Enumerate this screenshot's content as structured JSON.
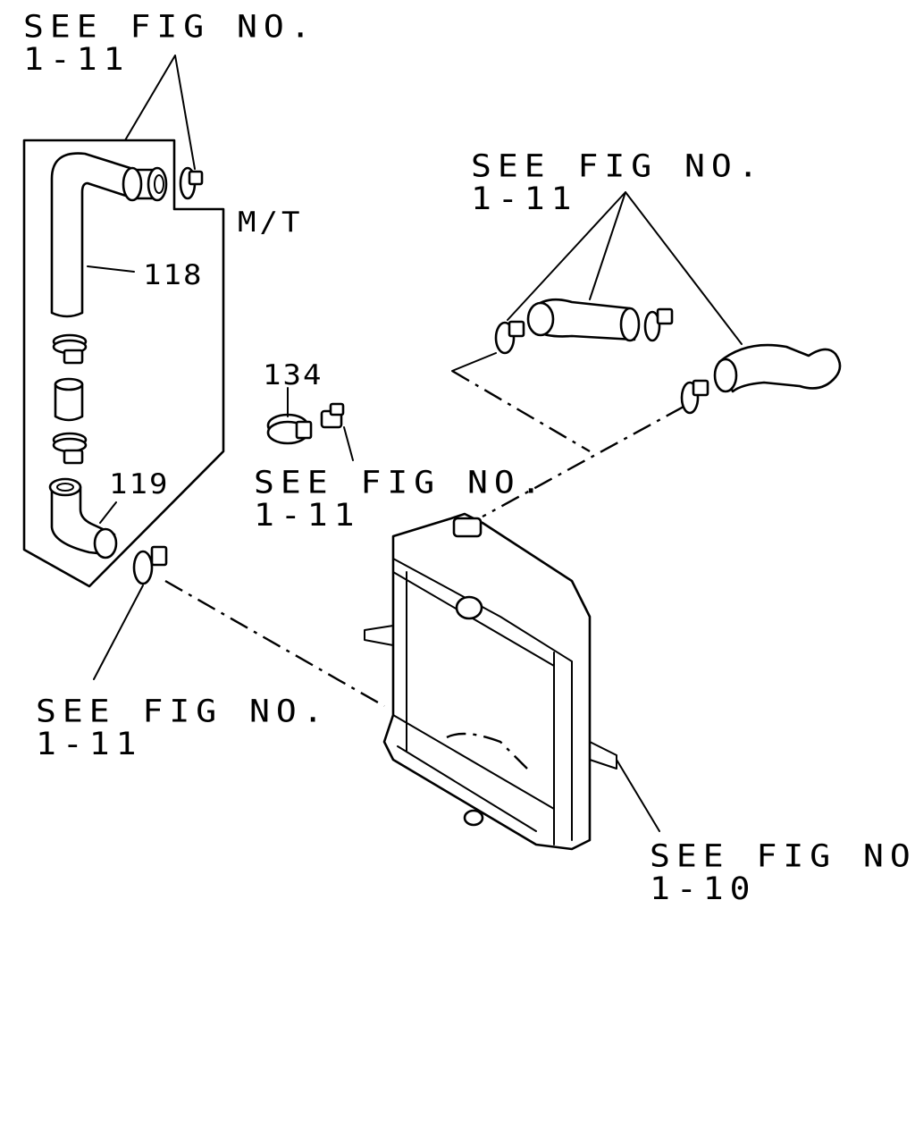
{
  "callouts": {
    "top_left": {
      "line1": "SEE FIG NO.",
      "line2": "1-11"
    },
    "top_right": {
      "line1": "SEE FIG NO.",
      "line2": "1-11"
    },
    "middle": {
      "line1": "SEE FIG NO.",
      "line2": "1-11"
    },
    "lower_left": {
      "line1": "SEE FIG NO.",
      "line2": "1-11"
    },
    "lower_right": {
      "line1": "SEE FIG NO.",
      "line2": "1-10"
    }
  },
  "part_numbers": {
    "hose_upper": "118",
    "hose_lower": "119",
    "clamp": "134"
  },
  "variant_label": "M/T",
  "icons": [
    "radiator-icon",
    "hose-icon",
    "clamp-icon"
  ]
}
